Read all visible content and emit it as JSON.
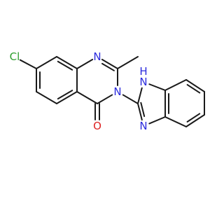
{
  "molecule": {
    "atoms": {
      "cl": {
        "text": "Cl",
        "color": "#2e9e2e"
      },
      "n_ring_top": {
        "text": "N",
        "color": "#2b2bdd"
      },
      "n_ring_mid": {
        "text": "N",
        "color": "#2b2bdd"
      },
      "o_carbonyl": {
        "text": "O",
        "color": "#dd2222"
      },
      "nh_h": {
        "text": "H",
        "color": "#2b2bdd"
      },
      "nh_n": {
        "text": "N",
        "color": "#2b2bdd"
      },
      "n_imid": {
        "text": "N",
        "color": "#2b2bdd"
      }
    },
    "bond_color": "#1a1a1a"
  }
}
